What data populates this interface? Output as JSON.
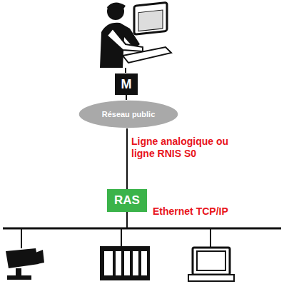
{
  "diagram": {
    "nodes": [
      {
        "text": [
          "M"
        ]
      },
      {
        "text": [
          "Réseau public"
        ]
      },
      {
        "text": [
          "RAS"
        ]
      }
    ],
    "edges": [
      {
        "from": 0,
        "to": 1,
        "arrow": "none"
      },
      {
        "from": 1,
        "to": 2,
        "label": "Ligne analogique ou ligne RNIS S0",
        "arrow": "none"
      }
    ],
    "labels": [
      "Ethernet TCP/IP"
    ]
  }
}
